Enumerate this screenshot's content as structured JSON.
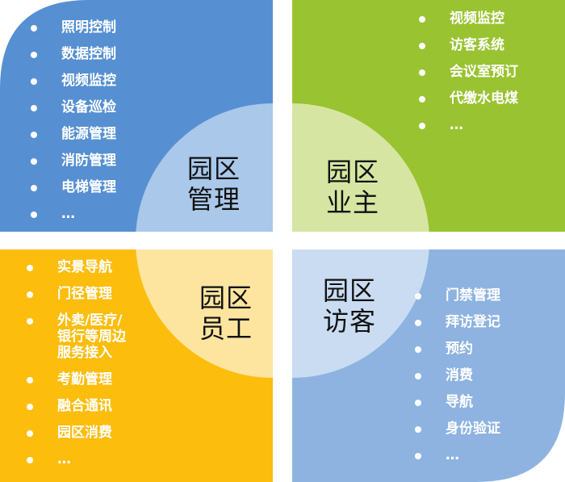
{
  "colors": {
    "blue": "#5690d2",
    "green": "#99c331",
    "orange": "#fcbd0c",
    "lightblue": "#8eb3e1",
    "circle_blue": "#a9c8ea",
    "circle_green": "#d6e6a2",
    "circle_orange": "#fde5a0",
    "circle_lightblue": "#c9dcf1"
  },
  "quadrants": {
    "top_left": {
      "label_line1": "园区",
      "label_line2": "管理",
      "items": [
        "照明控制",
        "数据控制",
        "视频监控",
        "设备巡检",
        "能源管理",
        "消防管理",
        "电梯管理",
        "…"
      ]
    },
    "top_right": {
      "label_line1": "园区",
      "label_line2": "业主",
      "items": [
        "视频监控",
        "访客系统",
        "会议室预订",
        "代缴水电煤",
        "…"
      ]
    },
    "bottom_left": {
      "label_line1": "园区",
      "label_line2": "员工",
      "items": [
        "实景导航",
        "门径管理",
        "外卖/医疗/",
        "银行等周边",
        "服务接入",
        "考勤管理",
        "融合通讯",
        "园区消费",
        "…"
      ]
    },
    "bottom_right": {
      "label_line1": "园区",
      "label_line2": "访客",
      "items": [
        "门禁管理",
        "拜访登记",
        "预约",
        "消费",
        "导航",
        "身份验证",
        "…"
      ]
    }
  }
}
